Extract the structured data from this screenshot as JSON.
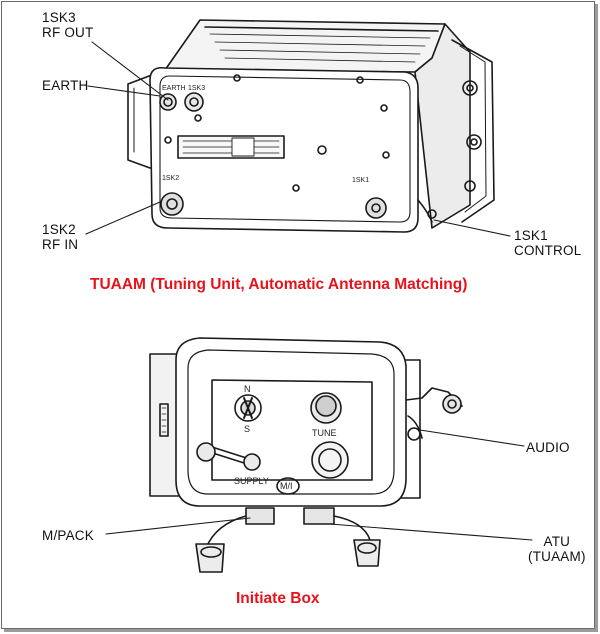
{
  "top_diagram": {
    "labels": {
      "sk3_line1": "1SK3",
      "sk3_line2": "RF OUT",
      "earth": "EARTH",
      "sk2_line1": "1SK2",
      "sk2_line2": "RF IN",
      "sk1_line1": "1SK1",
      "sk1_line2": "CONTROL"
    },
    "panel_text": {
      "earth_small": "EARTH",
      "sk3_small": "1SK3",
      "sk2_small": "1SK2",
      "sk1_small": "1SK1"
    },
    "caption": "TUAAM (Tuning Unit, Automatic Antenna Matching)"
  },
  "bottom_diagram": {
    "labels": {
      "audio": "AUDIO",
      "mpack": "M/PACK",
      "atu_line1": "ATU",
      "atu_line2": "(TUAAM)"
    },
    "panel_text": {
      "n": "N",
      "s": "S",
      "tune": "TUNE",
      "supply": "SUPPLY",
      "mi": "M/I"
    },
    "caption": "Initiate Box"
  },
  "colors": {
    "caption": "#e8131a",
    "line_art": "#1a1a1a"
  }
}
